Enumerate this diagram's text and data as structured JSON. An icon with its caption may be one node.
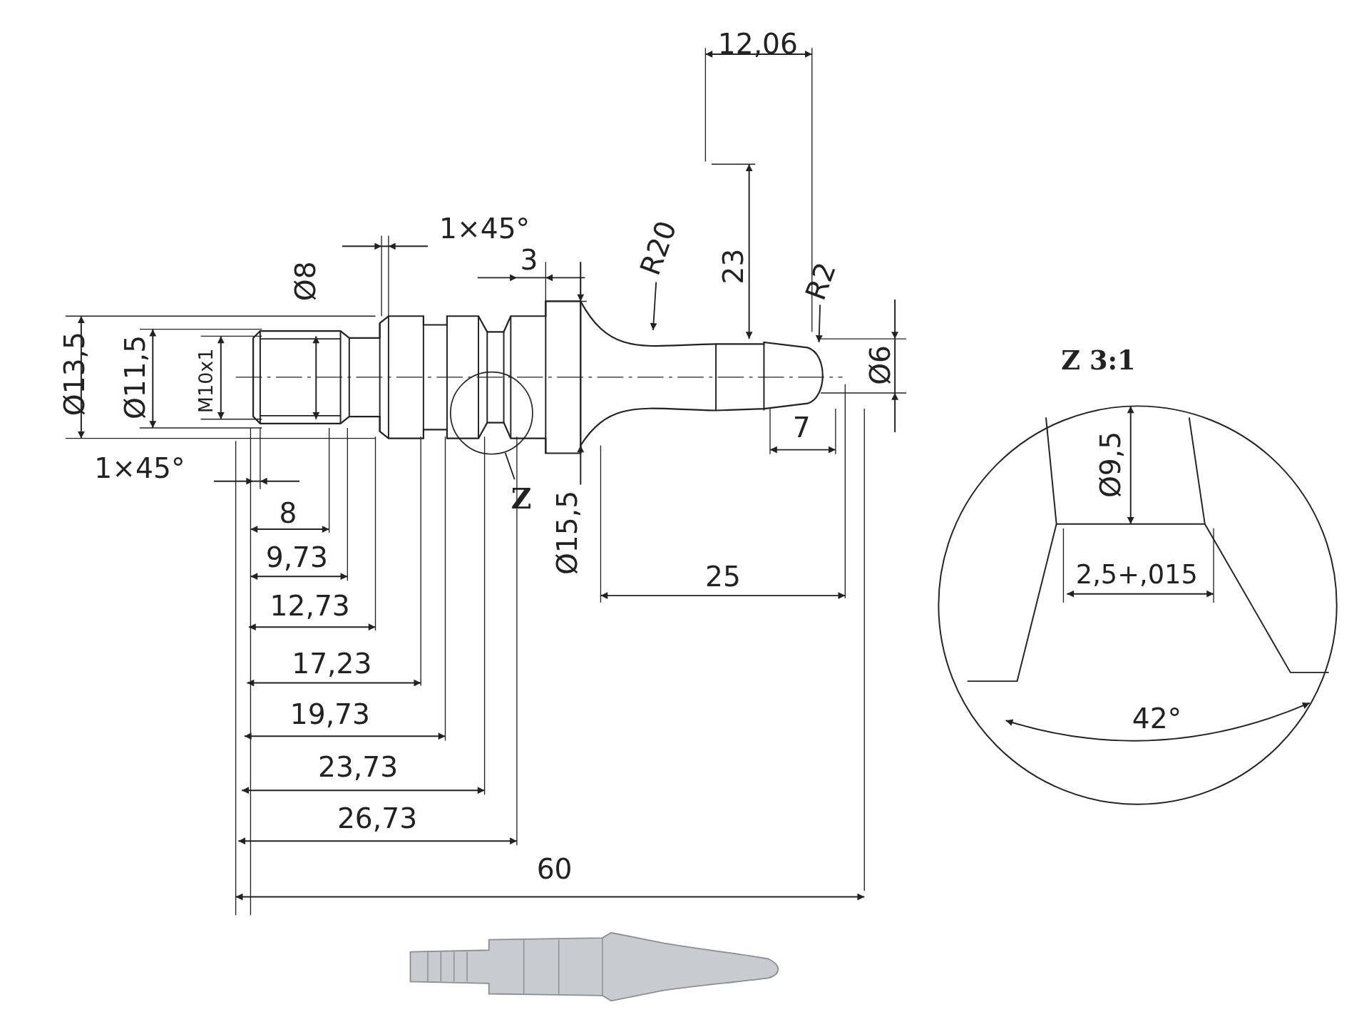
{
  "diagram": {
    "nodes": [
      {
        "text": [
          "Z"
        ]
      },
      {
        "text": [],
        "shape": "circle"
      },
      {
        "text": [
          "R20"
        ]
      },
      {
        "text": [
          "R2"
        ]
      }
    ],
    "edges": [
      {
        "from": 0,
        "to": 1,
        "arrow": "none"
      },
      {
        "from": 2,
        "to": null,
        "arrow": "to"
      },
      {
        "from": 3,
        "to": null,
        "arrow": "to"
      }
    ],
    "labels": [
      "12,06",
      "1×45°",
      "3",
      "Ø8",
      "Ø13,5",
      "Ø11,5",
      "M10x1",
      "23",
      "Ø6",
      "Z  3:1",
      "7",
      "1×45°",
      "Ø9,5",
      "Ø15,5",
      "8",
      "9,73",
      "25",
      "2,5+,015",
      "12,73",
      "17,23",
      "19,73",
      "42°",
      "23,73",
      "26,73",
      "60"
    ]
  }
}
